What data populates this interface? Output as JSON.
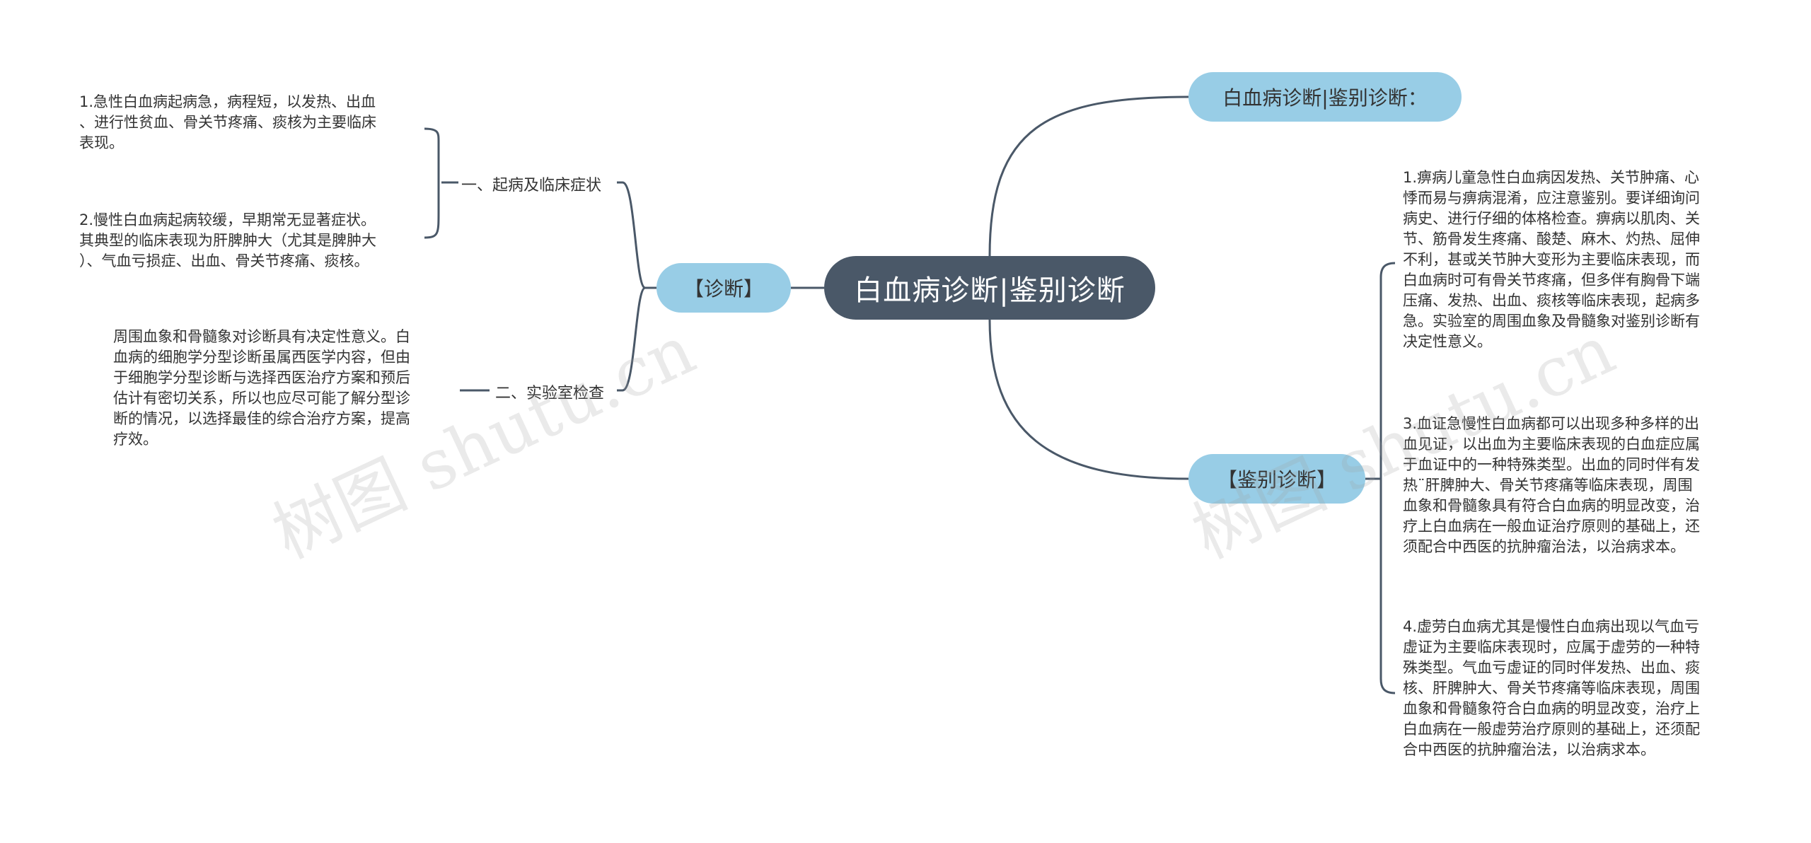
{
  "root": {
    "label": "白血病诊断|鉴别诊断"
  },
  "branches": {
    "title": {
      "label": "白血病诊断|鉴别诊断："
    },
    "diagnosis": {
      "label": "【诊断】",
      "children": {
        "symptoms": {
          "label": "一、起病及临床症状",
          "items": [
            [
              "1.急性白血病起病急，病程短，以发热、出血",
              "、进行性贫血、骨关节疼痛、痰核为主要临床",
              "表现。"
            ],
            [
              "2.慢性白血病起病较缓，早期常无显著症状。",
              "其典型的临床表现为肝脾肿大（尤其是脾肿大",
              "）、气血亏损症、出血、骨关节疼痛、痰核。"
            ]
          ]
        },
        "lab": {
          "label": "二、实验室检查",
          "items": [
            [
              "周围血象和骨髓象对诊断具有决定性意义。白",
              "血病的细胞学分型诊断虽属西医学内容，但由",
              "于细胞学分型诊断与选择西医治疗方案和预后",
              "估计有密切关系，所以也应尽可能了解分型诊",
              "断的情况，以选择最佳的综合治疗方案，提高",
              "疗效。"
            ]
          ]
        }
      }
    },
    "differential": {
      "label": "【鉴别诊断】",
      "items": [
        [
          "1.痹病儿童急性白血病因发热、关节肿痛、心",
          "悸而易与痹病混淆，应注意鉴别。要详细询问",
          "病史、进行仔细的体格检查。痹病以肌肉、关",
          "节、筋骨发生疼痛、酸楚、麻木、灼热、屈伸",
          "不利，甚或关节肿大变形为主要临床表现，而",
          "白血病时可有骨关节疼痛，但多伴有胸骨下端",
          "压痛、发热、出血、痰核等临床表现，起病多",
          "急。实验室的周围血象及骨髓象对鉴别诊断有",
          "决定性意义。"
        ],
        [
          "3.血证急慢性白血病都可以出现多种多样的出",
          "血见证，以出血为主要临床表现的白血症应属",
          "于血证中的一种特殊类型。出血的同时伴有发",
          "热¨肝脾肿大、骨关节疼痛等临床表现，周围",
          "血象和骨髓象具有符合白血病的明显改变，治",
          "疗上白血病在一般血证治疗原则的基础上，还",
          "须配合中西医的抗肿瘤治法，以治病求本。"
        ],
        [
          "4.虚劳白血病尤其是慢性白血病出现以气血亏",
          "虚证为主要临床表现时，应属于虚劳的一种特",
          "殊类型。气血亏虚证的同时伴发热、出血、痰",
          "核、肝脾肿大、骨关节疼痛等临床表现，周围",
          "血象和骨髓象符合白血病的明显改变，治疗上",
          "白血病在一般虚劳治疗原则的基础上，还须配",
          "合中西医的抗肿瘤治法，以治病求本。"
        ]
      ]
    }
  },
  "watermark": "树图 shutu.cn",
  "colors": {
    "root_bg": "#4a5868",
    "pill_bg": "#98cde6",
    "line": "#4a5868"
  }
}
